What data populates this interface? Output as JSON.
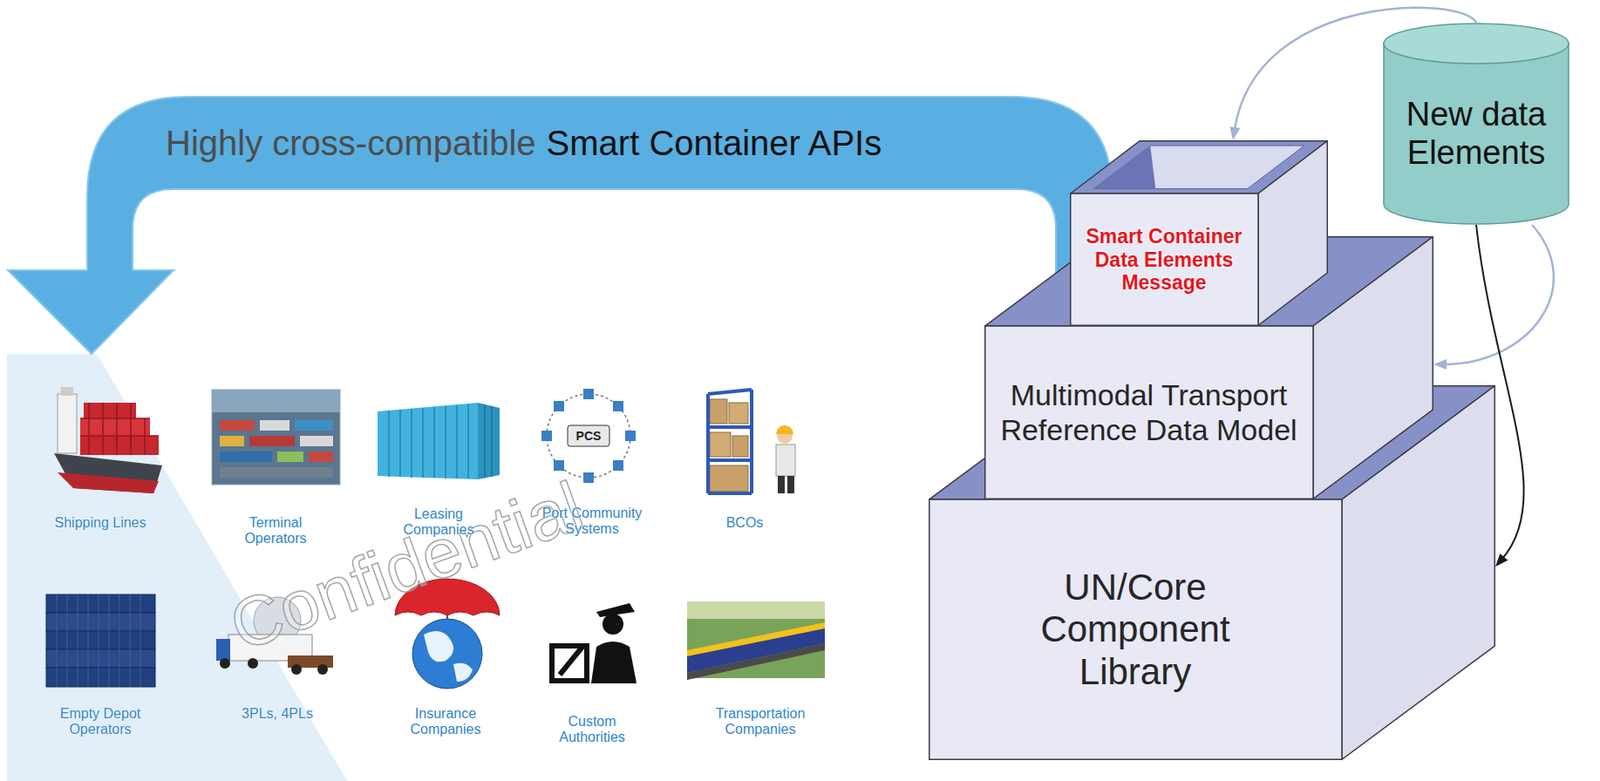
{
  "diagram": {
    "nodes": [
      {
        "text": [
          "Smart Container Data Elements Message"
        ]
      },
      {
        "text": [
          "Multimodal Transport Reference Data Model"
        ]
      },
      {
        "text": [
          "UN/Core Component Library"
        ]
      },
      {
        "text": [
          "New data Elements"
        ]
      }
    ],
    "edges": [
      {
        "from": 3,
        "to": 0,
        "arrow": "to"
      },
      {
        "from": 3,
        "to": 1,
        "arrow": "to"
      },
      {
        "from": 3,
        "to": 2,
        "arrow": "to"
      }
    ],
    "labels": [
      "Highly cross-compatible",
      "Smart Container APIs",
      "Shipping Lines",
      "Terminal Operators",
      "Leasing Companies",
      "PCS",
      "Port Community Systems",
      "BCOs",
      "Empty Depot Operators",
      "3PLs, 4PLs",
      "Insurance Companies",
      "Custom Authorities",
      "Transportation Companies",
      "Confidential"
    ]
  }
}
